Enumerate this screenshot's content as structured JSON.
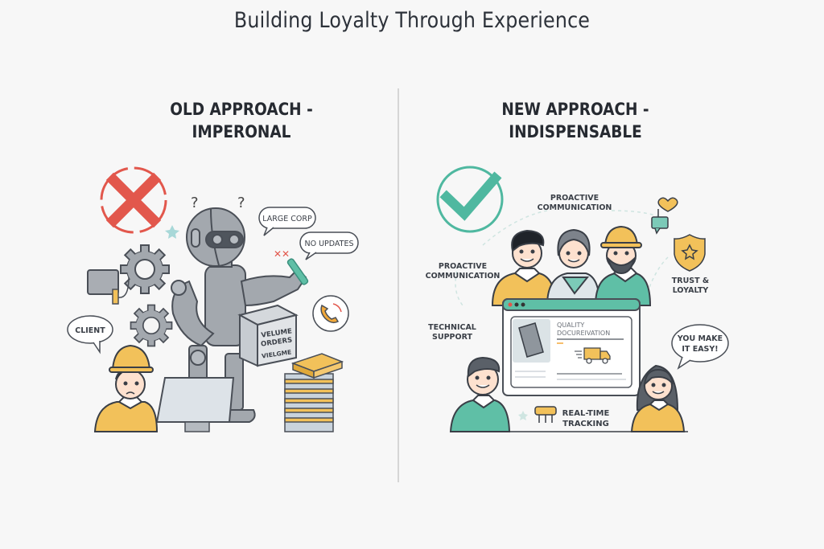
{
  "title": "Building Loyalty Through Experience",
  "old_approach": {
    "heading_line1": "OLD APPROACH -",
    "heading_line2": "IMPERONAL",
    "status_icon": "red-x-circle",
    "speech_bubbles": [
      "LARGE CORP",
      "NO UPDATES",
      "CLIENT"
    ],
    "box_labels": [
      "VELUME",
      "ORDERS",
      "VIELGME"
    ],
    "question_marks": [
      "?",
      "?"
    ],
    "icons": [
      "gear-icon",
      "gear-icon",
      "robot-icon",
      "phone-icon",
      "monitor-icon",
      "stacked-boxes-icon",
      "hard-hat-worker-icon"
    ],
    "colors": {
      "red": "#e2574c",
      "grey": "#9ea3aa",
      "yellow": "#f2c15a"
    }
  },
  "new_approach": {
    "heading_line1": "NEW APPROACH -",
    "heading_line2": "INDISPENSABLE",
    "status_icon": "green-check-circle",
    "labels": {
      "top_comm_1": "PROACTIVE",
      "top_comm_2": "COMMUNICATION",
      "left_comm_1": "PROACTIVE",
      "left_comm_2": "COMMUNICATION",
      "support_1": "TECHNICAL",
      "support_2": "SUPPORT",
      "trust_1": "TRUST &",
      "trust_2": "LOYALTY",
      "tracking_1": "REAL-TIME",
      "tracking_2": "TRACKING"
    },
    "speech_bubble_1": "YOU MAKE",
    "speech_bubble_2": "IT EASY!",
    "browser_card": {
      "line1": "QUALITY",
      "line2": "DOCUREIVATION"
    },
    "icons": [
      "heart-chat-icon",
      "shield-star-icon",
      "truck-icon",
      "book-icon",
      "browser-window-icon"
    ],
    "colors": {
      "teal": "#4fb8a0",
      "yellow": "#f2c15a"
    }
  }
}
